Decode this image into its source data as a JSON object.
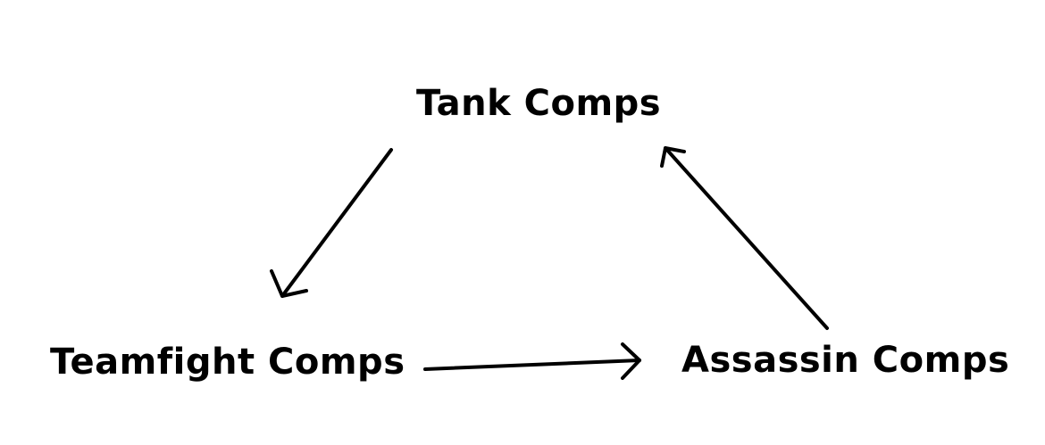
{
  "diagram": {
    "nodes": [
      {
        "id": "tank",
        "label": "Tank Comps"
      },
      {
        "id": "teamfight",
        "label": "Teamfight Comps"
      },
      {
        "id": "assassin",
        "label": "Assassin Comps"
      }
    ],
    "edges": [
      {
        "from": "tank",
        "to": "teamfight"
      },
      {
        "from": "teamfight",
        "to": "assassin"
      },
      {
        "from": "assassin",
        "to": "tank"
      }
    ],
    "colors": {
      "background": "#ffffff",
      "ink": "#000000"
    }
  }
}
